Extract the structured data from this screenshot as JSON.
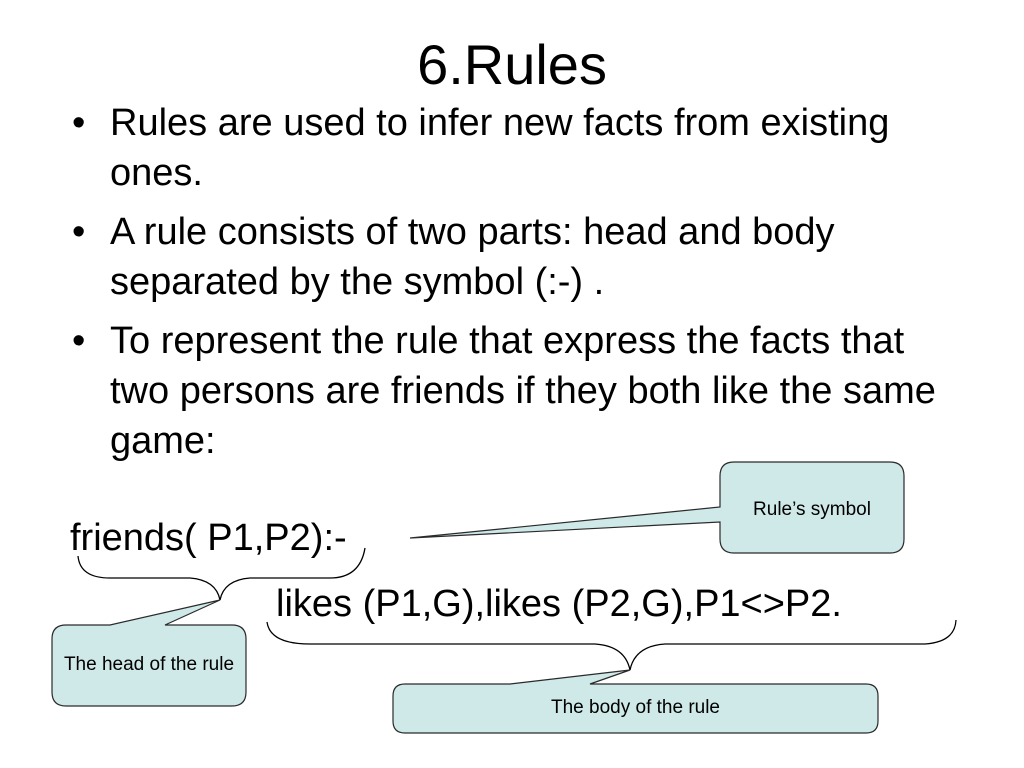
{
  "slide": {
    "title": "6.Rules",
    "bullet_symbol": "•",
    "bullets": [
      "Rules are used to infer new facts from existing ones.",
      "A rule consists of two parts: head and body separated by the symbol (:-) .",
      "To represent the rule that express the facts that two persons are friends if they both like the same game:"
    ],
    "rule_head": "friends( P1,P2):-",
    "rule_body": "likes (P1,G),likes (P2,G),P1<>P2.",
    "callouts": {
      "rule_symbol": "Rule’s symbol",
      "head": "The head of the rule",
      "body": "The body of the rule"
    }
  },
  "colors": {
    "callout_fill": "#cfe8e8",
    "callout_stroke": "#2a2a2a",
    "text": "#000000",
    "background": "#ffffff"
  }
}
